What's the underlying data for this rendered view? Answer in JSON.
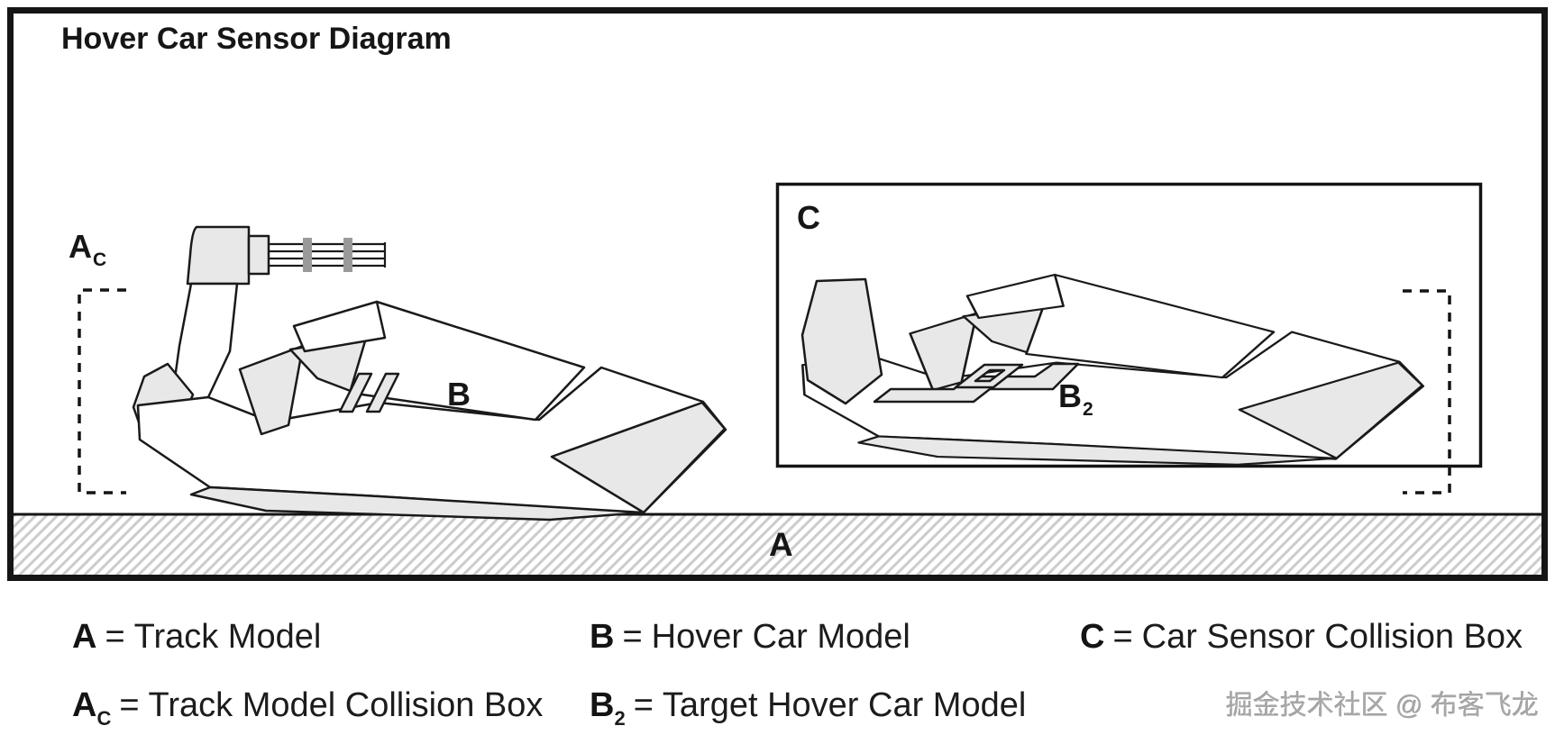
{
  "title": "Hover Car Sensor Diagram",
  "diagram": {
    "track_collision_label": {
      "main": "A",
      "sub": "C"
    },
    "hover_car_label": "B",
    "sensor_box_label": "C",
    "target_car_label": {
      "main": "B",
      "sub": "2"
    },
    "track_label": "A"
  },
  "legend": {
    "equals": "=",
    "items": [
      {
        "symbol": "A",
        "sub": "",
        "definition": "Track Model"
      },
      {
        "symbol": "B",
        "sub": "",
        "definition": "Hover Car Model"
      },
      {
        "symbol": "C",
        "sub": "",
        "definition": "Car Sensor Collision Box"
      },
      {
        "symbol": "A",
        "sub": "C",
        "definition": "Track Model Collision Box"
      },
      {
        "symbol": "B",
        "sub": "2",
        "definition": "Target Hover Car Model"
      }
    ]
  },
  "watermark": "掘金技术社区 @ 布客飞龙",
  "colors": {
    "outline": "#1a1a1a",
    "shade": "#e8e8e8",
    "barrel_clamp": "#9a9a9a",
    "hatch_line": "#cccccc",
    "watermark": "#a8a8a8",
    "background": "#ffffff"
  }
}
